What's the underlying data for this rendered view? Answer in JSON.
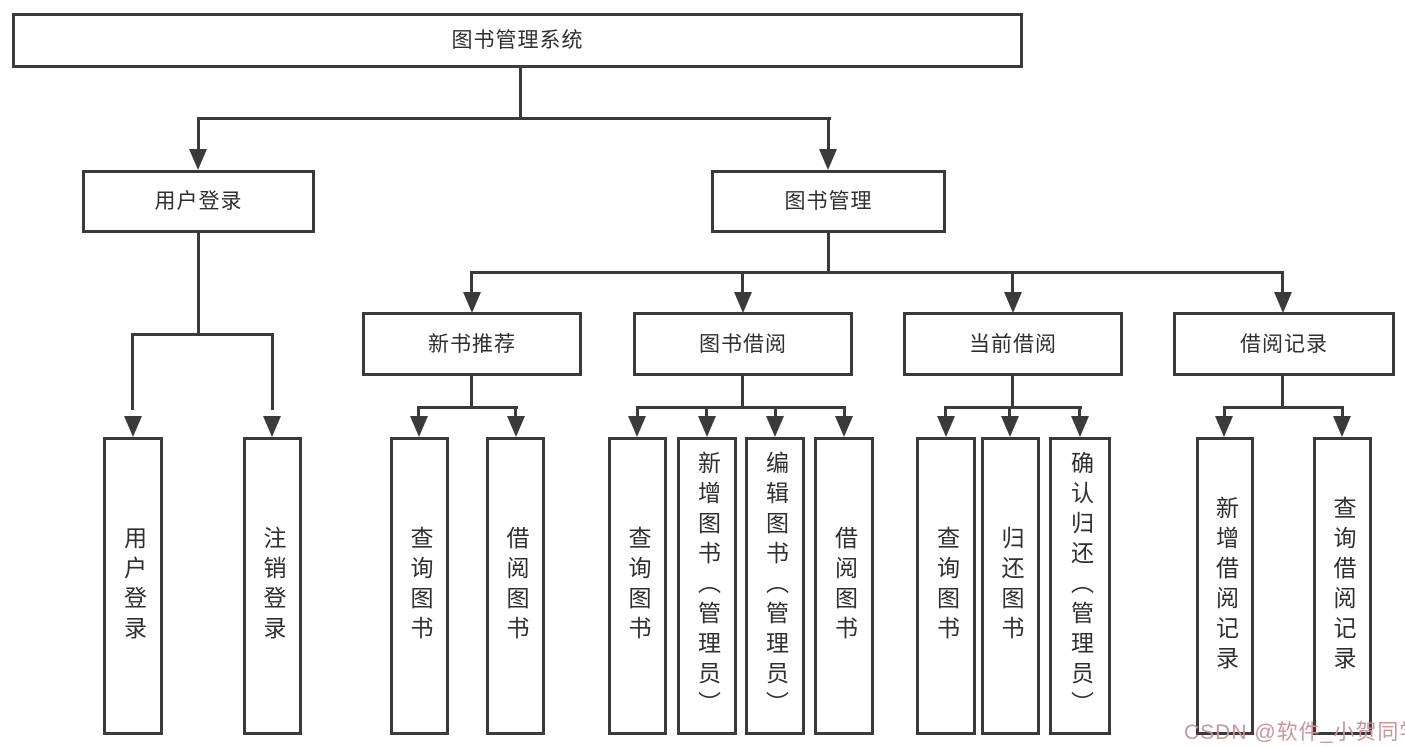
{
  "diagram": {
    "root": "图书管理系统",
    "level1": [
      "用户登录",
      "图书管理"
    ],
    "level2": [
      "新书推荐",
      "图书借阅",
      "当前借阅",
      "借阅记录"
    ],
    "leaves": {
      "user_login": [
        "用户登录",
        "注销登录"
      ],
      "new_book": [
        "查询图书",
        "借阅图书"
      ],
      "book_borrow": [
        "查询图书",
        "新增图书（管理员）",
        "编辑图书（管理员）",
        "借阅图书"
      ],
      "current_borrow": [
        "查询图书",
        "归还图书",
        "确认归还（管理员）"
      ],
      "records": [
        "新增借阅记录",
        "查询借阅记录"
      ]
    }
  },
  "watermark": {
    "text": "CSDN @软件_小贺同学",
    "color": "#cb9599"
  },
  "colors": {
    "line": "#3a3a3a",
    "box_border": "#3a3a3a",
    "text": "#2f2f2f",
    "background": "#ffffff"
  }
}
